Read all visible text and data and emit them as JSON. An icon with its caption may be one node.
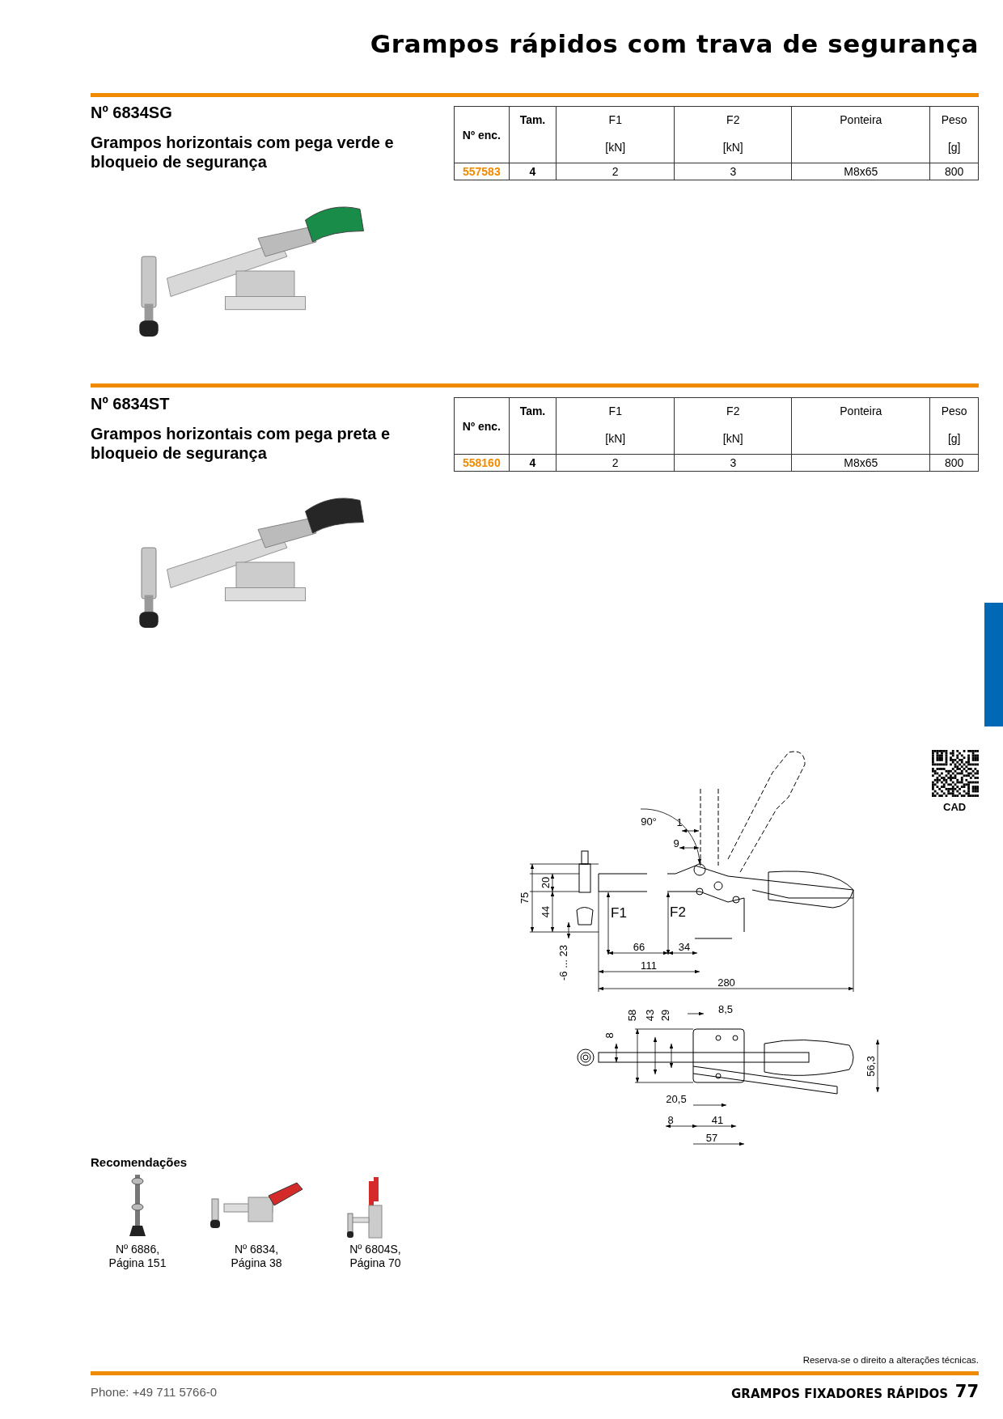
{
  "diagram": {
    "title": "Grampos rápidos com trava de segurança",
    "nodes": [
      {
        "text": [],
        "shape": "bar"
      }
    ],
    "labels": [
      "Nº 6834SG",
      "Grampos horizontais com pega verde e bloqueio de segurança",
      "Nº enc.",
      "Tam.",
      "F1",
      "[kN]",
      "F2",
      "[kN]",
      "Ponteira",
      "Peso",
      "[g]",
      "557583",
      "4",
      "2",
      "3",
      "M8x65",
      "800",
      "Nº 6834ST",
      "Grampos horizontais com pega preta e bloqueio de segurança",
      "Nº enc.",
      "Tam.",
      "F1",
      "[kN]",
      "F2",
      "[kN]",
      "Ponteira",
      "Peso",
      "[g]",
      "558160",
      "4",
      "2",
      "3",
      "M8x65",
      "800",
      "CAD",
      "90°",
      "1",
      "9",
      "75",
      "20",
      "44",
      "-6 ... 23",
      "F1",
      "F2",
      "66",
      "34",
      "111",
      "280",
      "58",
      "43",
      "29",
      "8,5",
      "8",
      "56,3",
      "20,5",
      "8",
      "41",
      "57",
      "Recomendações",
      "Nº 6886, Página 151",
      "Nº 6834, Página 38",
      "Nº 6804S, Página 70",
      "Reserva-se o direito a alterações técnicas.",
      "Phone: +49 711 5766-0",
      "GRAMPOS FIXADORES RÁPIDOS",
      "77"
    ]
  }
}
